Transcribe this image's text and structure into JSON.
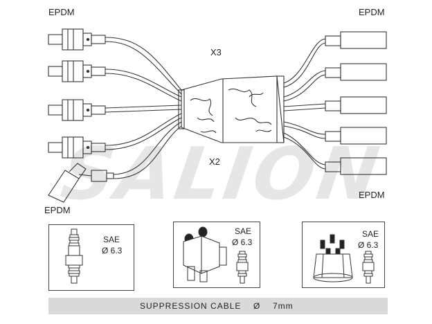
{
  "labels": {
    "epdm_top_left": "EPDM",
    "epdm_top_right": "EPDM",
    "epdm_bottom_left": "EPDM",
    "epdm_bottom_right": "EPDM",
    "multiplier_top": "X3",
    "multiplier_bottom": "X2"
  },
  "watermark": "SALION",
  "boxes": [
    {
      "standard": "SAE",
      "size": "Ø 6.3"
    },
    {
      "standard": "SAE",
      "size": "Ø 6.3"
    },
    {
      "standard": "SAE",
      "size": "Ø 6.3"
    }
  ],
  "footer": {
    "text": "SUPPRESSION CABLE",
    "symbol": "Ø",
    "value": "7mm"
  },
  "colors": {
    "line": "#333333",
    "watermark": "#e6e6e6",
    "footer_bg": "#d9d9d9"
  }
}
